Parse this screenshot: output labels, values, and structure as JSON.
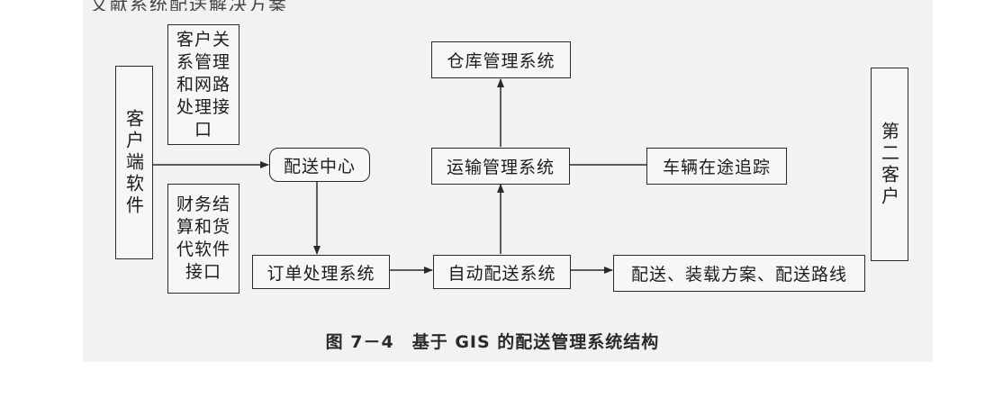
{
  "header_fragment": "文献系统配送解决方案",
  "caption": "图 7－4　基于 GIS 的配送管理系统结构",
  "nodes": {
    "client_software": "客户端软件",
    "crm_interface": "客户关系管理和网路处理接口",
    "finance_interface": "财务结算和货代软件接口",
    "distribution_center": "配送中心",
    "order_system": "订单处理系统",
    "warehouse_system": "仓库管理系统",
    "transport_system": "运输管理系统",
    "auto_dispatch_system": "自动配送系统",
    "vehicle_tracking": "车辆在途追踪",
    "delivery_plan": "配送、装载方案、配送路线",
    "third_customer": "第二客户"
  }
}
